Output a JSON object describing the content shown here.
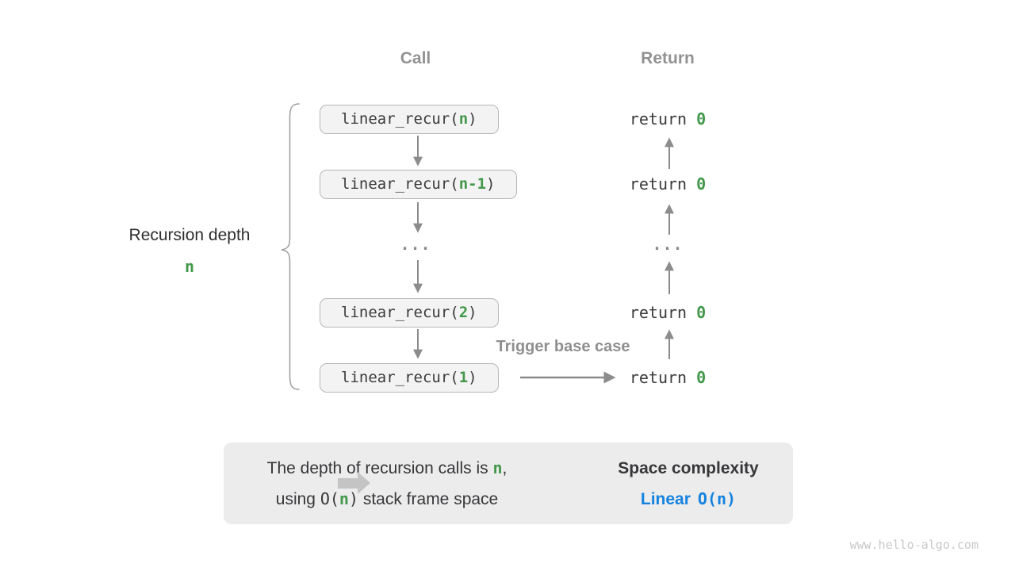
{
  "colors": {
    "accent_green": "#43984b",
    "accent_blue": "#1583e0",
    "arrow_gray": "#8c8c8c",
    "panel_bg": "#ececec",
    "box_fill": "#f3f3f3",
    "box_border": "#b6b6b6"
  },
  "headers": {
    "call": "Call",
    "return_label": "Return"
  },
  "left_label": {
    "title": "Recursion depth",
    "value": "n"
  },
  "call_stack": {
    "ellipsis": "...",
    "boxes": [
      {
        "prefix": "linear_recur(",
        "arg": "n",
        "suffix": ")"
      },
      {
        "prefix": "linear_recur(",
        "arg": "n-1",
        "suffix": ")"
      },
      {
        "prefix": "linear_recur(",
        "arg": "2",
        "suffix": ")"
      },
      {
        "prefix": "linear_recur(",
        "arg": "1",
        "suffix": ")"
      }
    ]
  },
  "return_column": {
    "ellipsis": "...",
    "items": [
      {
        "keyword": "return ",
        "value": "0"
      },
      {
        "keyword": "return ",
        "value": "0"
      },
      {
        "keyword": "return ",
        "value": "0"
      },
      {
        "keyword": "return ",
        "value": "0"
      }
    ]
  },
  "base_case": {
    "label": "Trigger base case"
  },
  "summary": {
    "line1": {
      "pre": "The depth of recursion calls is ",
      "n": "n",
      "post": ","
    },
    "line2": {
      "pre": "using ",
      "code_open": "O(",
      "code_n": "n",
      "code_close": ")",
      "post": " stack frame space"
    },
    "result_title": "Space complexity",
    "result_label": "Linear",
    "result_code": "O(n)"
  },
  "footer": {
    "watermark": "www.hello-algo.com"
  }
}
